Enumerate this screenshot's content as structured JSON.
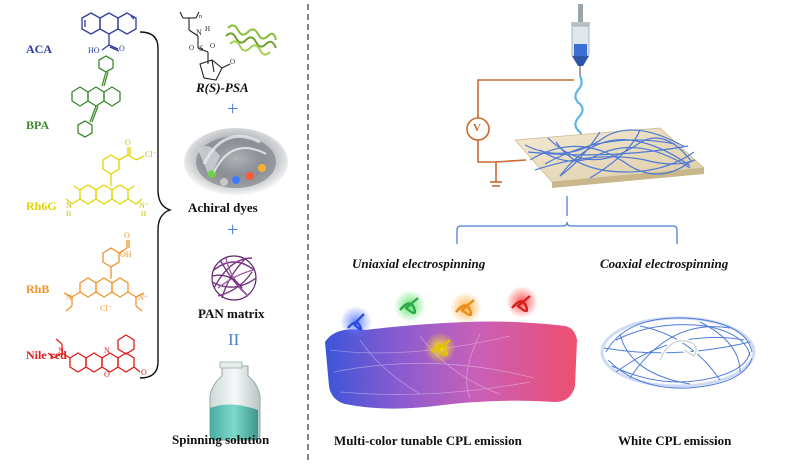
{
  "dyes": [
    {
      "name": "ACA",
      "color": "#2d3a9e"
    },
    {
      "name": "BPA",
      "color": "#3d8a2c"
    },
    {
      "name": "Rh6G",
      "color": "#e3d400"
    },
    {
      "name": "RhB",
      "color": "#f0922e"
    },
    {
      "name": "Nile red",
      "color": "#e21b1b"
    }
  ],
  "mol_text": {
    "aca_group": "HO",
    "aca_o": "O",
    "rh6g_o": "O",
    "rh6g_ominus": "Cl⁻",
    "rh6g_n": "N",
    "rh6g_nplus": "N⁺",
    "rh6g_h1": "H",
    "rh6g_h2": "H",
    "rhb_o": "O",
    "rhb_oh": "OH",
    "rhb_cl": "Cl⁻",
    "rhb_n1": "N",
    "rhb_n2": "N⁺",
    "nile_n1": "N",
    "nile_n2": "N",
    "nile_o1": "O",
    "nile_o2": "O",
    "psa_n": "N",
    "psa_h": "H",
    "psa_s": "S",
    "psa_o1": "O",
    "psa_o2": "O",
    "psa_o3": "O",
    "psa_n_sub": "n"
  },
  "center": {
    "psa_label": "R(S)-PSA",
    "plus1": "+",
    "achiral": "Achiral dyes",
    "plus2": "+",
    "pan": "PAN matrix",
    "equals": "II",
    "solution": "Spinning solution"
  },
  "right": {
    "voltage": "V",
    "uniaxial": "Uniaxial electrospinning",
    "coaxial": "Coaxial electrospinning",
    "multicolor": "Multi-color tunable CPL emission",
    "white": "White CPL emission"
  },
  "colors": {
    "accent_blue": "#4a7fd0",
    "circuit": "#c9682f",
    "fiber": "#3f6fd6",
    "divider": "#333333"
  }
}
